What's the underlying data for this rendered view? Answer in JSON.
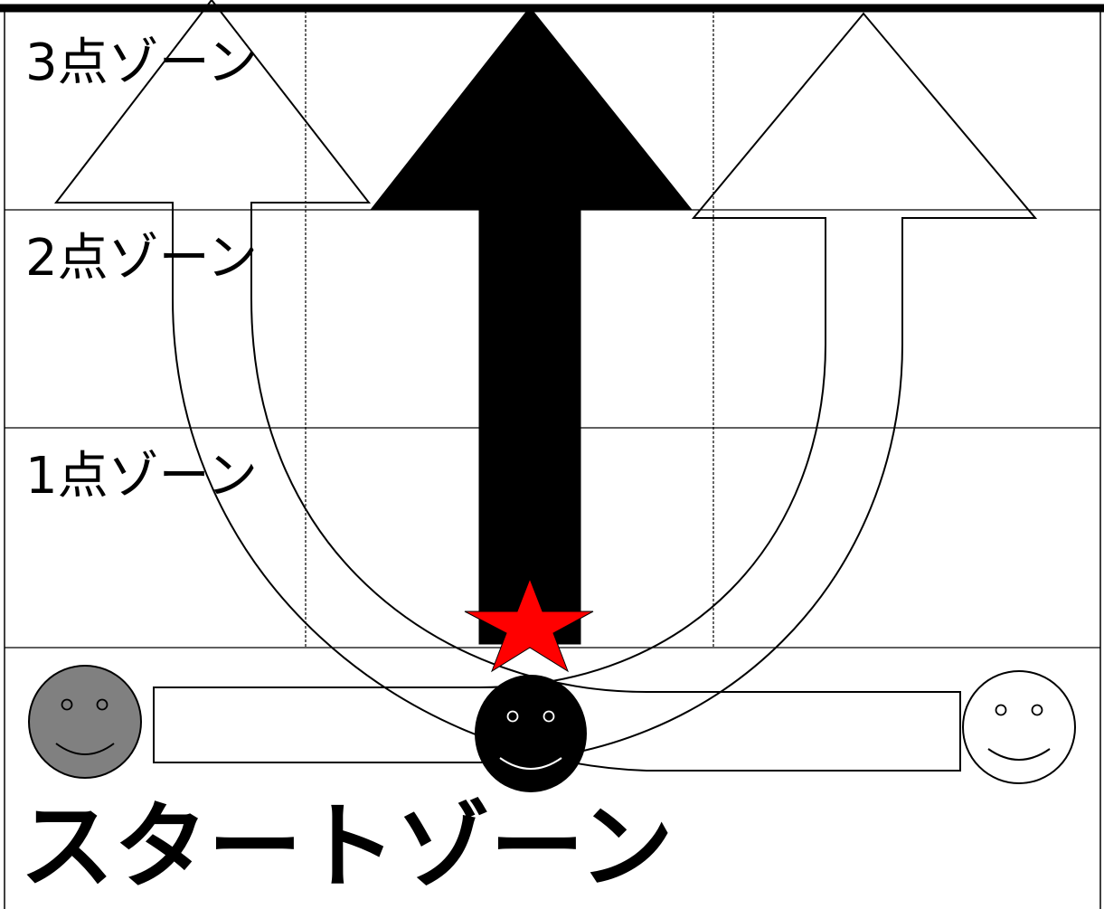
{
  "zones": {
    "zone3": {
      "label": "3点ゾーン"
    },
    "zone2": {
      "label": "2点ゾーン"
    },
    "zone1": {
      "label": "1点ゾーン"
    },
    "start": {
      "label": "スタートゾーン"
    }
  },
  "players": [
    {
      "name": "left-player",
      "fill": "#808080",
      "line": "#000000"
    },
    {
      "name": "center-player",
      "fill": "#000000",
      "line": "#ffffff"
    },
    {
      "name": "right-player",
      "fill": "#ffffff",
      "line": "#000000"
    }
  ],
  "markers": {
    "star_color": "#ff0000",
    "star_icon": "star-icon"
  },
  "colors": {
    "grid": "#000000",
    "straight_arrow": "#000000",
    "curved_arrow_fill": "#ffffff",
    "curved_arrow_stroke": "#000000"
  }
}
